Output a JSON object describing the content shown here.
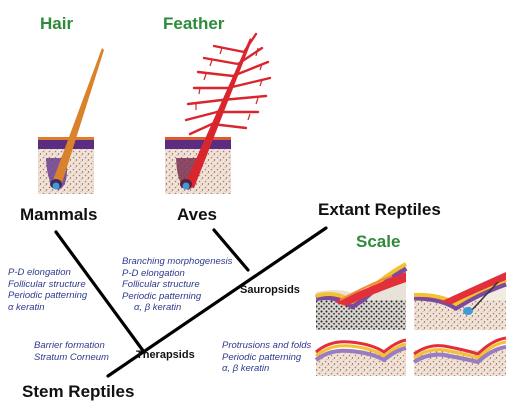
{
  "appendages": {
    "hair": "Hair",
    "feather": "Feather",
    "scale": "Scale"
  },
  "clades": {
    "mammals": "Mammals",
    "aves": "Aves",
    "extant_reptiles": "Extant Reptiles",
    "stem_reptiles": "Stem Reptiles"
  },
  "nodes": {
    "sauropsids": "Sauropsids",
    "therapsids": "Therapsids"
  },
  "traits": {
    "mammal": [
      "P-D elongation",
      "Follicular structure",
      "Periodic patterning",
      "α keratin"
    ],
    "avian": [
      "Branching morphogenesis",
      "P-D elongation",
      "Follicular structure",
      "Periodic patterning",
      "α, β keratin"
    ],
    "amniote": [
      "Barrier formation",
      "Stratum Corneum"
    ],
    "reptile": [
      "Protrusions and folds",
      "Periodic patterning",
      "α, β keratin"
    ]
  },
  "colors": {
    "title_green": "#2e8b3a",
    "trait_blue": "#2e3a8c",
    "hair_shaft": "#d9822b",
    "feather_red": "#d9262e",
    "epidermis_purple": "#5a2d82",
    "dermis_speckle": "#e9d9cc"
  }
}
